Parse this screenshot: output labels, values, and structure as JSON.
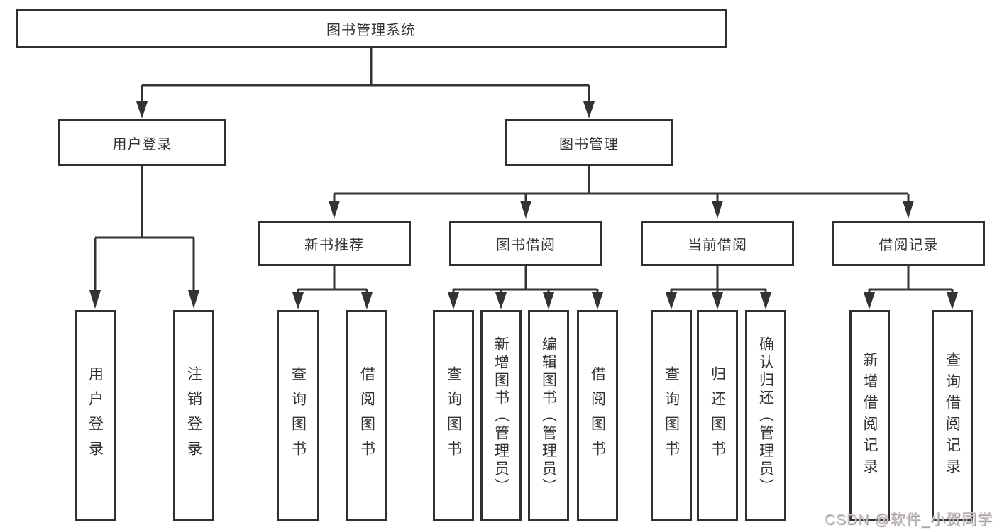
{
  "diagram": {
    "root": {
      "label": "图书管理系统",
      "children": [
        {
          "label": "用户登录",
          "children": [
            {
              "label": "用户登录"
            },
            {
              "label": "注销登录"
            }
          ]
        },
        {
          "label": "图书管理",
          "children": [
            {
              "label": "新书推荐",
              "children": [
                {
                  "label": "查询图书"
                },
                {
                  "label": "借阅图书"
                }
              ]
            },
            {
              "label": "图书借阅",
              "children": [
                {
                  "label": "查询图书"
                },
                {
                  "label": "新增图书（管理员）"
                },
                {
                  "label": "编辑图书（管理员）"
                },
                {
                  "label": "借阅图书"
                }
              ]
            },
            {
              "label": "当前借阅",
              "children": [
                {
                  "label": "查询图书"
                },
                {
                  "label": "归还图书"
                },
                {
                  "label": "确认归还（管理员）"
                }
              ]
            },
            {
              "label": "借阅记录",
              "children": [
                {
                  "label": "新增借阅记录"
                },
                {
                  "label": "查询借阅记录"
                }
              ]
            }
          ]
        }
      ]
    }
  },
  "watermark": "CSDN @软件_小贺同学",
  "colors": {
    "line": "#333333",
    "box_border": "#303030",
    "text": "#333333",
    "background": "#ffffff",
    "watermark_text": "#d0c5c7"
  }
}
